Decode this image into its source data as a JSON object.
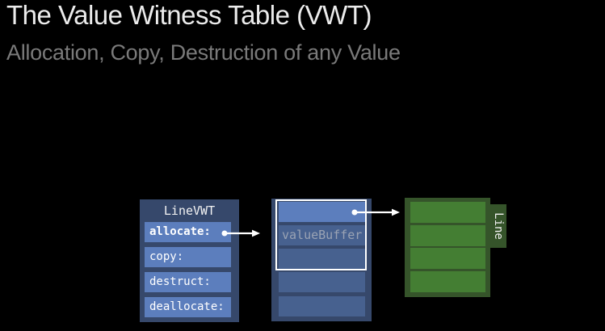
{
  "slide": {
    "title": "The Value Witness Table (VWT)",
    "subtitle": "Allocation, Copy, Destruction of any Value"
  },
  "diagram": {
    "vwt": {
      "title": "LineVWT",
      "rows": [
        {
          "label": "allocate:"
        },
        {
          "label": "copy:"
        },
        {
          "label": "destruct:"
        },
        {
          "label": "deallocate:"
        }
      ]
    },
    "buffer": {
      "label": "valueBuffer",
      "row_count": 5,
      "outlined_rows": 3
    },
    "line_value": {
      "tab_label": "Line",
      "row_count": 4
    },
    "colors": {
      "background": "#000000",
      "title_white": "#ececec",
      "subtitle_gray": "#7a7a7a",
      "container_blue": "#36486b",
      "row_light_blue": "#5c7ebd",
      "row_medium_blue": "#47618f",
      "buffer_label_gray": "#9aa3b4",
      "container_green": "#35542a",
      "row_green": "#447e33",
      "arrow_white": "#ffffff"
    }
  }
}
